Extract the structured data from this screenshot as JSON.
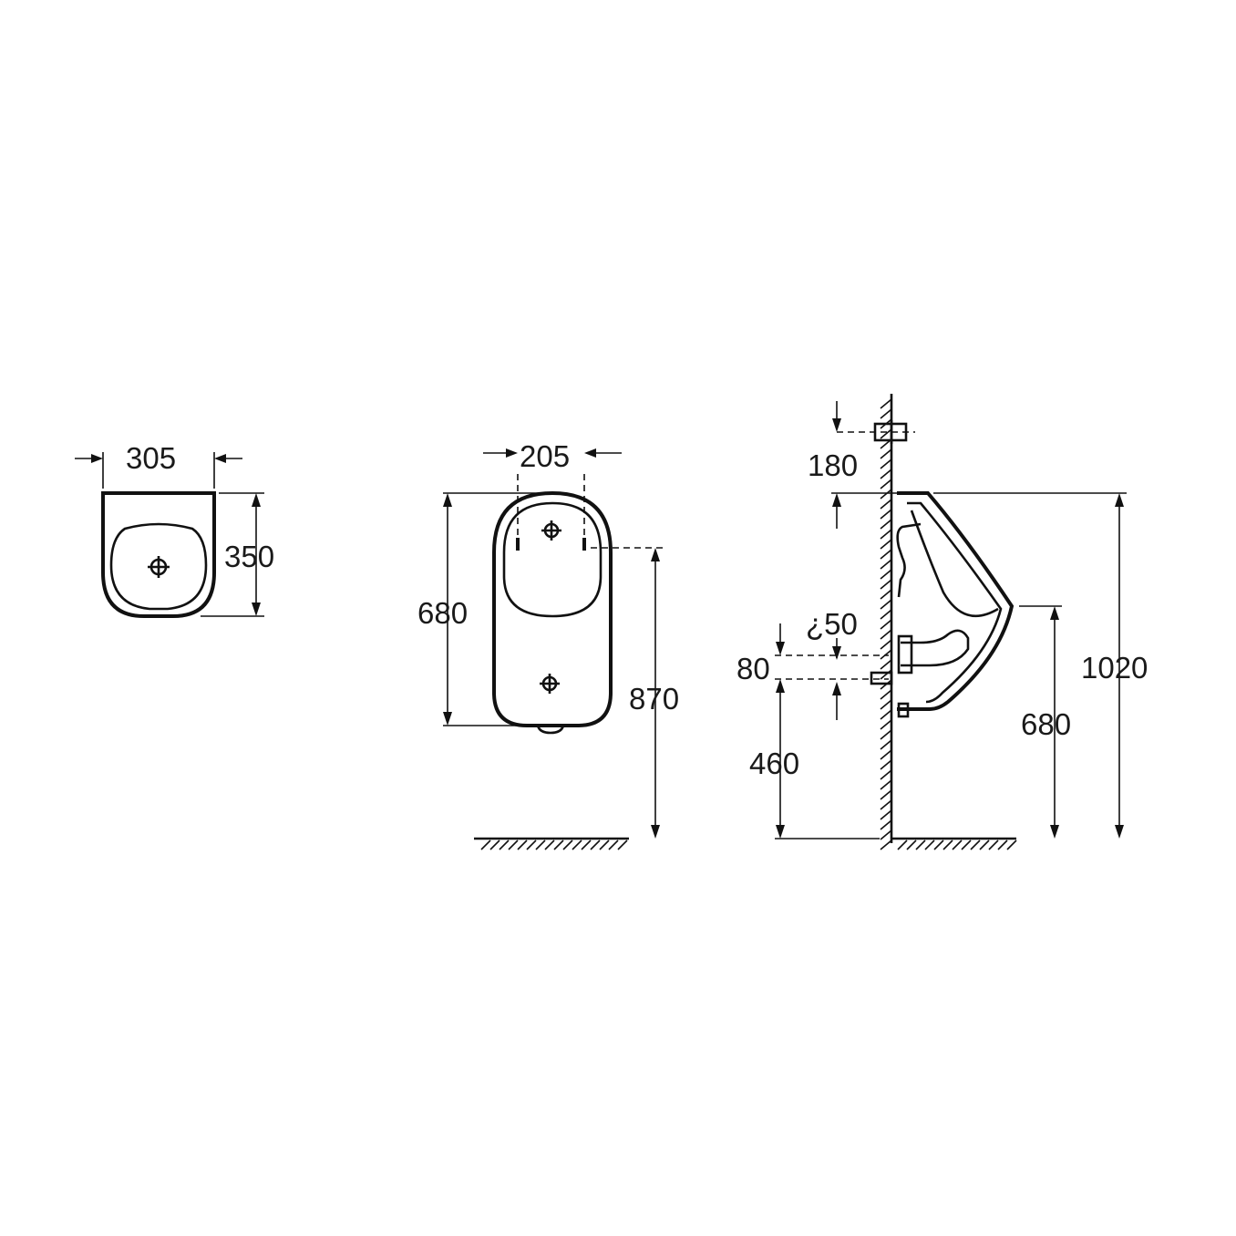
{
  "diagram": {
    "top_view": {
      "width_label": "305",
      "depth_label": "350"
    },
    "front_view": {
      "fixing_spacing_label": "205",
      "body_height_label": "680",
      "fixing_height_label": "870"
    },
    "side_view": {
      "inlet_offset_label": "180",
      "outlet_diameter_label": "¿50",
      "outlet_spacing_label": "80",
      "outlet_height_label": "460",
      "rim_height_label": "680",
      "total_height_label": "1020"
    }
  }
}
